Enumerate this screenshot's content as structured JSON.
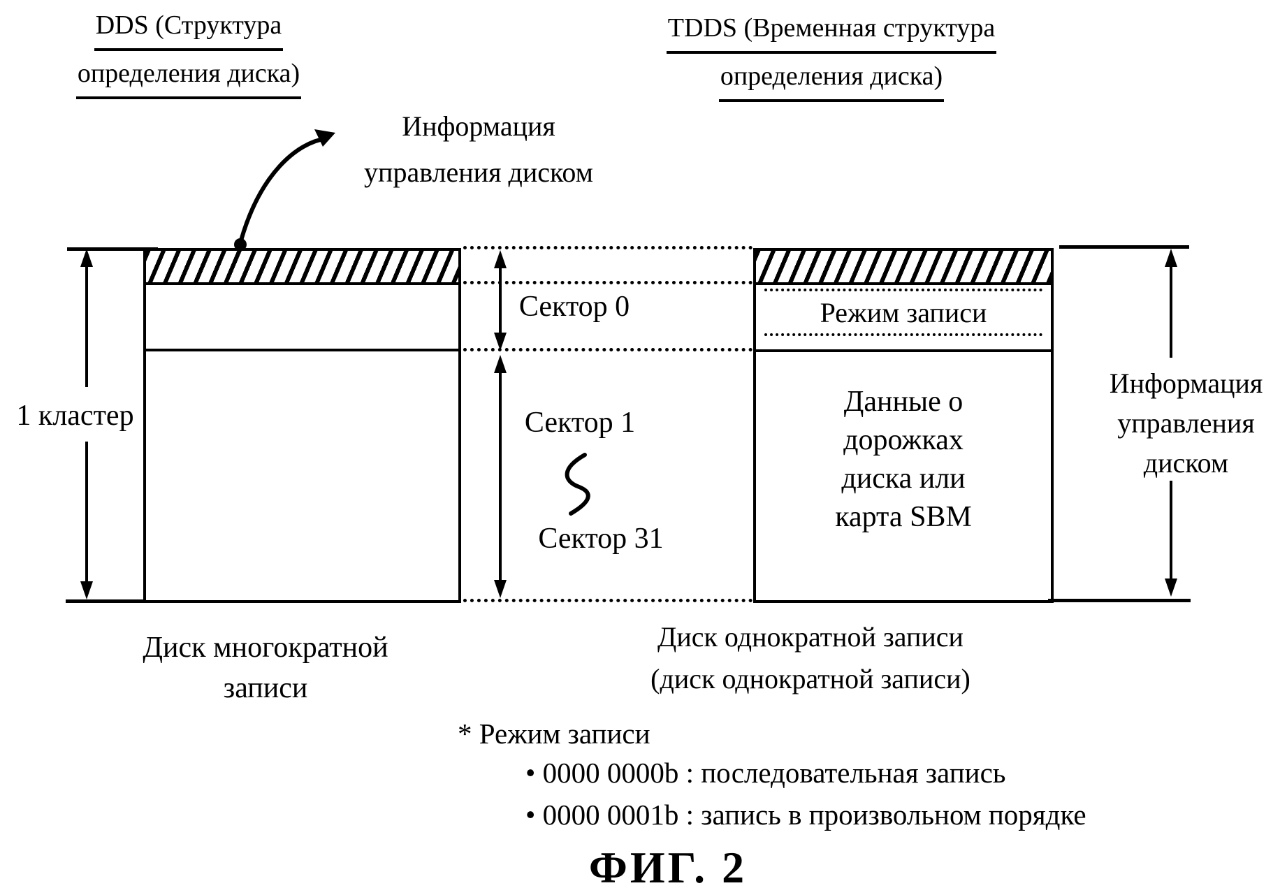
{
  "headers": {
    "dds_line1": "DDS (Структура",
    "dds_line2": "определения диска)",
    "tdds_line1": "TDDS (Временная структура",
    "tdds_line2": "определения диска)"
  },
  "top_annotation": {
    "line1": "Информация",
    "line2": "управления диском"
  },
  "left_measure": {
    "label": "1 кластер"
  },
  "sector_labels": {
    "sector0": "Сектор 0",
    "sector1": "Сектор 1",
    "sector31": "Сектор 31"
  },
  "tdds_box": {
    "write_mode": "Режим записи",
    "data_line1": "Данные о",
    "data_line2": "дорожках",
    "data_line3": "диска или",
    "data_line4": "карта SBM"
  },
  "right_annotation": {
    "line1": "Информация",
    "line2": "управления",
    "line3": "диском"
  },
  "box_captions": {
    "dds_line1": "Диск многократной",
    "dds_line2": "записи",
    "tdds_line1": "Диск однократной записи",
    "tdds_line2": "(диск однократной записи)"
  },
  "footnote": {
    "title": "* Режим записи",
    "item1": "• 0000 0000b : последовательная запись",
    "item2": "• 0000 0001b : запись в произвольном порядке"
  },
  "figure_caption": "ФИГ. 2",
  "colors": {
    "ink": "#000000",
    "paper": "#ffffff"
  }
}
